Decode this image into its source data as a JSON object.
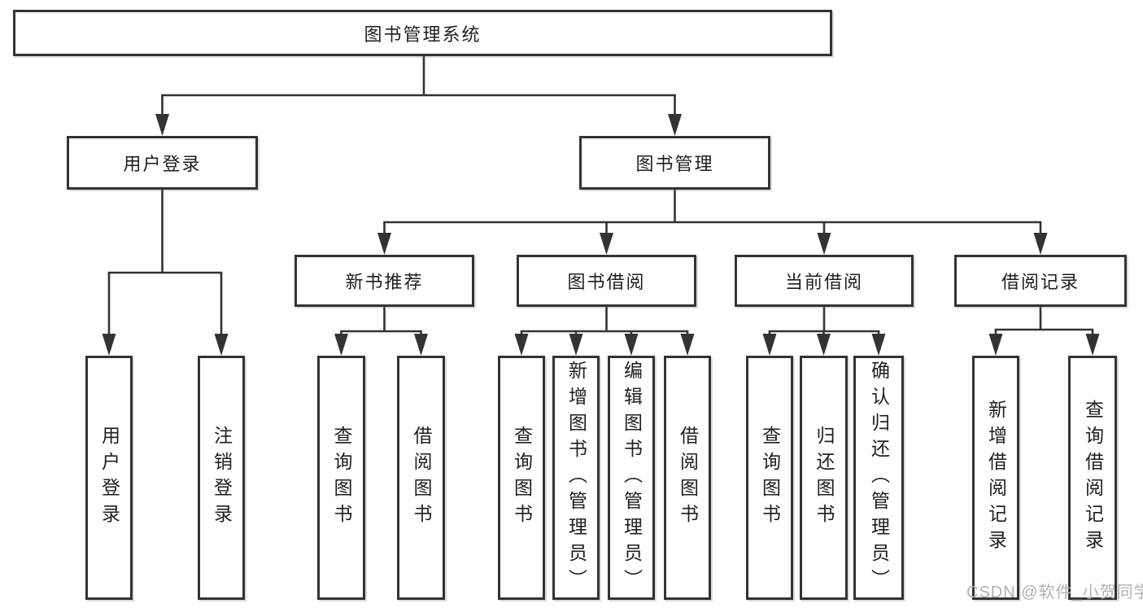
{
  "diagram": {
    "title": "图书管理系统",
    "watermark": "CSDN @软件_小贺同学",
    "colors": {
      "background": "#ffffff",
      "box_border": "#333333",
      "line": "#333333",
      "text": "#1f1f1f",
      "watermark": "#b1b1b1"
    },
    "nodes": [
      {
        "id": "root",
        "label": "图书管理系统",
        "parent": null
      },
      {
        "id": "user-login",
        "label": "用户登录",
        "parent": "root"
      },
      {
        "id": "book-mgmt",
        "label": "图书管理",
        "parent": "root"
      },
      {
        "id": "login",
        "label": "用户登录",
        "parent": "user-login"
      },
      {
        "id": "logout",
        "label": "注销登录",
        "parent": "user-login"
      },
      {
        "id": "new-book-rec",
        "label": "新书推荐",
        "parent": "book-mgmt"
      },
      {
        "id": "book-borrow",
        "label": "图书借阅",
        "parent": "book-mgmt"
      },
      {
        "id": "current-borrow",
        "label": "当前借阅",
        "parent": "book-mgmt"
      },
      {
        "id": "borrow-records",
        "label": "借阅记录",
        "parent": "book-mgmt"
      },
      {
        "id": "nbr-query-book",
        "label": "查询图书",
        "parent": "new-book-rec"
      },
      {
        "id": "nbr-borrow-book",
        "label": "借阅图书",
        "parent": "new-book-rec"
      },
      {
        "id": "bb-query-book",
        "label": "查询图书",
        "parent": "book-borrow"
      },
      {
        "id": "bb-add-book",
        "label": "新增图书（管理员）",
        "parent": "book-borrow"
      },
      {
        "id": "bb-edit-book",
        "label": "编辑图书（管理员）",
        "parent": "book-borrow"
      },
      {
        "id": "bb-borrow-book",
        "label": "借阅图书",
        "parent": "book-borrow"
      },
      {
        "id": "cb-query-book",
        "label": "查询图书",
        "parent": "current-borrow"
      },
      {
        "id": "cb-return-book",
        "label": "归还图书",
        "parent": "current-borrow"
      },
      {
        "id": "cb-confirm-return",
        "label": "确认归还（管理员）",
        "parent": "current-borrow"
      },
      {
        "id": "br-add-record",
        "label": "新增借阅记录",
        "parent": "borrow-records"
      },
      {
        "id": "br-query-record",
        "label": "查询借阅记录",
        "parent": "borrow-records"
      }
    ]
  }
}
